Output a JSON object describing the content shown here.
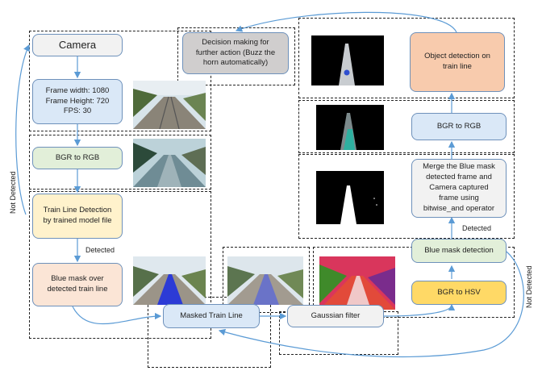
{
  "nodes": {
    "camera": "Camera",
    "frame_info": "Frame width: 1080\nFrame Height: 720\nFPS: 30",
    "bgr_rgb_left": "BGR to RGB",
    "train_line_detection": "Train Line Detection\nby trained model file",
    "blue_mask_over": "Blue mask over\ndetected train line",
    "masked_train_line": "Masked Train Line",
    "gaussian_filter": "Gaussian filter",
    "bgr_hsv": "BGR to HSV",
    "blue_mask_detection": "Blue mask detection",
    "merge": "Merge the Blue mask\ndetected frame and\nCamera captured\nframe using\nbitwise_and operator",
    "bgr_rgb_right": "BGR to RGB",
    "object_detection": "Object detection on\ntrain line",
    "decision": "Decision making for\nfurther action (Buzz the\nhorn automatically)"
  },
  "labels": {
    "detected_left": "Detected",
    "detected_right": "Detected",
    "not_detected_left": "Not Detected",
    "not_detected_right": "Not Detected"
  },
  "colors": {
    "gray_fill": "#f2f2f2",
    "blue_fill": "#dae8f7",
    "green_fill": "#e2efd9",
    "yellow_fill": "#fff2cc",
    "peach_fill": "#fbe5d6",
    "orange_fill": "#f8cbad",
    "gold_fill": "#ffd966",
    "dark_gray_fill": "#d0cece",
    "arrow": "#5b9bd5"
  }
}
